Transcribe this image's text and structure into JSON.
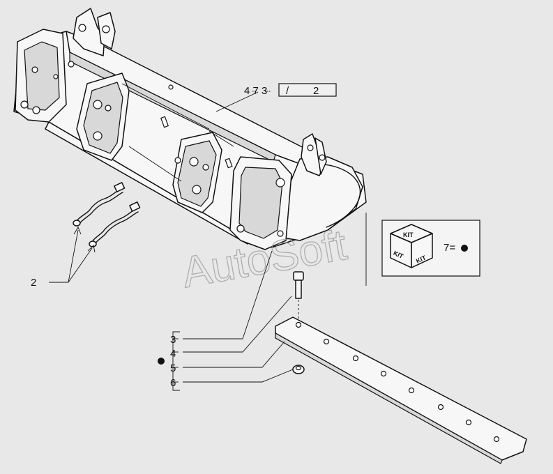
{
  "diagram": {
    "callout_ref": {
      "numbers": "4  7  3",
      "box_sep": "/",
      "box_value": "2"
    },
    "labels": {
      "hose_label": "2",
      "item_3": "3",
      "item_4": "4",
      "item_5": "5",
      "item_6": "6"
    },
    "kit_box": {
      "kit_top": "KIT",
      "kit_left": "KIT",
      "kit_right": "KIT",
      "note": "7="
    },
    "watermark": "AutoSoft"
  }
}
